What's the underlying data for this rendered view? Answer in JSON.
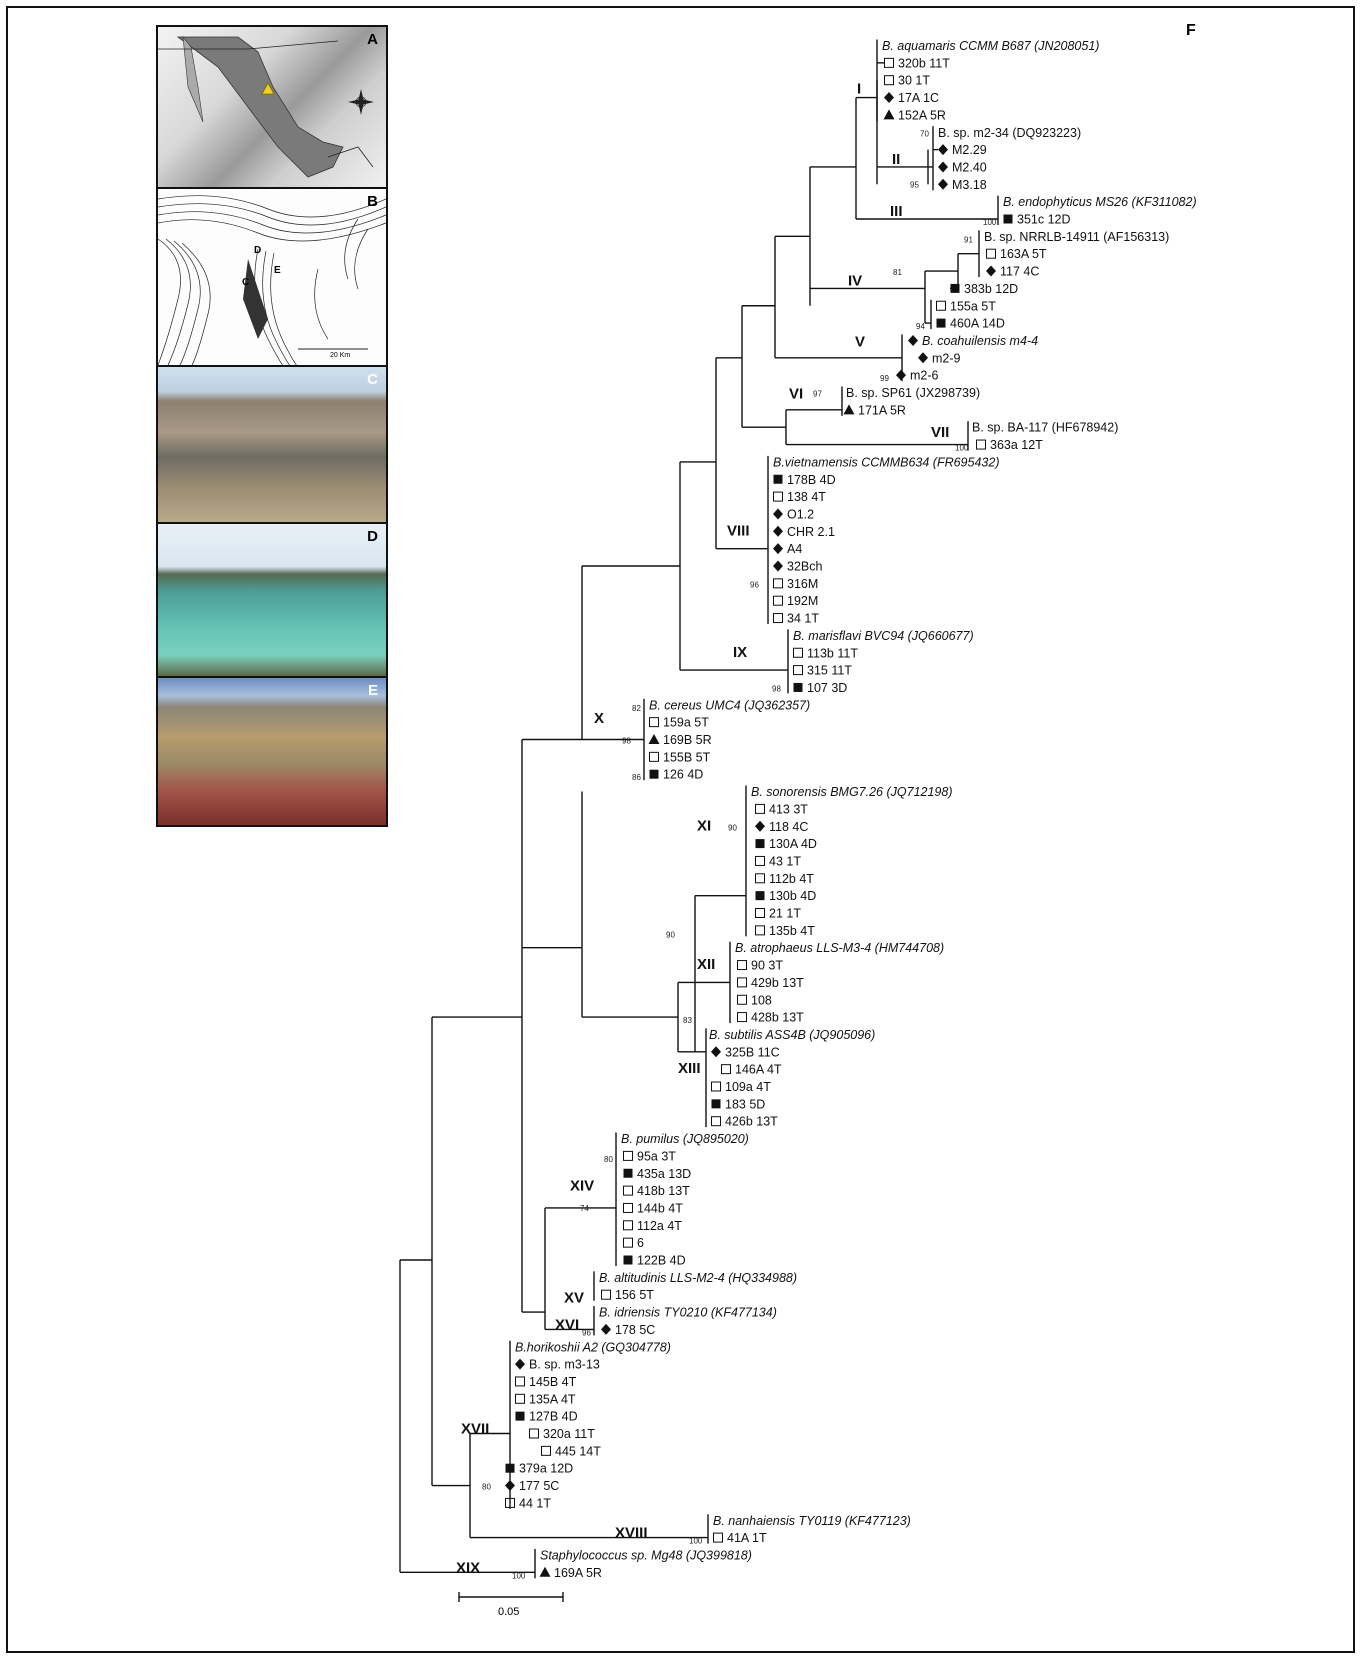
{
  "figure": {
    "panel_letters": [
      "A",
      "B",
      "C",
      "D",
      "E"
    ],
    "tree_panel_letter": "F",
    "map_b_labels": {
      "d": "D",
      "c": "C",
      "e": "E",
      "scale": "20 Km"
    },
    "scale_bar_label": "0.05",
    "marker_triangle_color": "#f0d020"
  },
  "clades": [
    {
      "id": "I",
      "label": "I"
    },
    {
      "id": "II",
      "label": "II"
    },
    {
      "id": "III",
      "label": "III"
    },
    {
      "id": "IV",
      "label": "IV"
    },
    {
      "id": "V",
      "label": "V"
    },
    {
      "id": "VI",
      "label": "VI"
    },
    {
      "id": "VII",
      "label": "VII"
    },
    {
      "id": "VIII",
      "label": "VIII"
    },
    {
      "id": "IX",
      "label": "IX"
    },
    {
      "id": "X",
      "label": "X"
    },
    {
      "id": "XI",
      "label": "XI"
    },
    {
      "id": "XII",
      "label": "XII"
    },
    {
      "id": "XIII",
      "label": "XIII"
    },
    {
      "id": "XIV",
      "label": "XIV"
    },
    {
      "id": "XV",
      "label": "XV"
    },
    {
      "id": "XVI",
      "label": "XVI"
    },
    {
      "id": "XVII",
      "label": "XVII"
    },
    {
      "id": "XVIII",
      "label": "XVIII"
    },
    {
      "id": "XIX",
      "label": "XIX"
    }
  ],
  "bootstrap": [
    "70",
    "95",
    "100",
    "91",
    "81",
    "94",
    "99",
    "97",
    "100",
    "96",
    "98",
    "82",
    "98",
    "86",
    "90",
    "90",
    "83",
    "80",
    "74",
    "96",
    "80",
    "100",
    "100"
  ],
  "leaves": [
    {
      "label": "B. aquamaris CCMM B687 (JN208051)",
      "marker": "none",
      "italic": true
    },
    {
      "label": "320b 11T",
      "marker": "open-square"
    },
    {
      "label": "30 1T",
      "marker": "open-square"
    },
    {
      "label": "17A 1C",
      "marker": "diamond"
    },
    {
      "label": "152A 5R",
      "marker": "triangle"
    },
    {
      "label": "B. sp. m2-34 (DQ923223)",
      "marker": "none"
    },
    {
      "label": "M2.29",
      "marker": "diamond"
    },
    {
      "label": "M2.40",
      "marker": "diamond"
    },
    {
      "label": "M3.18",
      "marker": "diamond"
    },
    {
      "label": "B. endophyticus MS26 (KF311082)",
      "marker": "none",
      "italic": true
    },
    {
      "label": "351c 12D",
      "marker": "filled-square"
    },
    {
      "label": "B. sp. NRRLB-14911 (AF156313)",
      "marker": "none"
    },
    {
      "label": "163A 5T",
      "marker": "open-square"
    },
    {
      "label": "117 4C",
      "marker": "diamond"
    },
    {
      "label": "383b 12D",
      "marker": "filled-square"
    },
    {
      "label": "155a 5T",
      "marker": "open-square"
    },
    {
      "label": "460A 14D",
      "marker": "filled-square"
    },
    {
      "label": "B. coahuilensis m4-4",
      "marker": "diamond",
      "italic": true
    },
    {
      "label": "m2-9",
      "marker": "diamond"
    },
    {
      "label": "m2-6",
      "marker": "diamond"
    },
    {
      "label": "B. sp. SP61 (JX298739)",
      "marker": "none"
    },
    {
      "label": "171A 5R",
      "marker": "triangle"
    },
    {
      "label": "B. sp. BA-117 (HF678942)",
      "marker": "none"
    },
    {
      "label": "363a 12T",
      "marker": "open-square"
    },
    {
      "label": "B.vietnamensis CCMMB634 (FR695432)",
      "marker": "none",
      "italic": true
    },
    {
      "label": "178B 4D",
      "marker": "filled-square"
    },
    {
      "label": "138 4T",
      "marker": "open-square"
    },
    {
      "label": "O1.2",
      "marker": "diamond"
    },
    {
      "label": "CHR 2.1",
      "marker": "diamond"
    },
    {
      "label": "A4",
      "marker": "diamond"
    },
    {
      "label": "32Bch",
      "marker": "diamond"
    },
    {
      "label": "316M",
      "marker": "open-square"
    },
    {
      "label": "192M",
      "marker": "open-square"
    },
    {
      "label": "34 1T",
      "marker": "open-square"
    },
    {
      "label": "B. marisflavi BVC94 (JQ660677)",
      "marker": "none",
      "italic": true
    },
    {
      "label": "113b 11T",
      "marker": "open-square"
    },
    {
      "label": "315 11T",
      "marker": "open-square"
    },
    {
      "label": "107 3D",
      "marker": "filled-square"
    },
    {
      "label": "B. cereus UMC4 (JQ362357)",
      "marker": "none",
      "italic": true
    },
    {
      "label": "159a 5T",
      "marker": "open-square"
    },
    {
      "label": "169B 5R",
      "marker": "triangle"
    },
    {
      "label": "155B 5T",
      "marker": "open-square"
    },
    {
      "label": "126 4D",
      "marker": "filled-square"
    },
    {
      "label": "B. sonorensis BMG7.26 (JQ712198)",
      "marker": "none",
      "italic": true
    },
    {
      "label": "413 3T",
      "marker": "open-square"
    },
    {
      "label": "118 4C",
      "marker": "diamond"
    },
    {
      "label": "130A 4D",
      "marker": "filled-square"
    },
    {
      "label": "43 1T",
      "marker": "open-square"
    },
    {
      "label": "112b 4T",
      "marker": "open-square"
    },
    {
      "label": "130b 4D",
      "marker": "filled-square"
    },
    {
      "label": "21 1T",
      "marker": "open-square"
    },
    {
      "label": "135b 4T",
      "marker": "open-square"
    },
    {
      "label": "B. atrophaeus LLS-M3-4 (HM744708)",
      "marker": "none",
      "italic": true
    },
    {
      "label": "90 3T",
      "marker": "open-square"
    },
    {
      "label": "429b 13T",
      "marker": "open-square"
    },
    {
      "label": "108",
      "marker": "open-square"
    },
    {
      "label": "428b 13T",
      "marker": "open-square"
    },
    {
      "label": "B. subtilis ASS4B (JQ905096)",
      "marker": "none",
      "italic": true
    },
    {
      "label": "325B 11C",
      "marker": "diamond"
    },
    {
      "label": "146A 4T",
      "marker": "open-square"
    },
    {
      "label": "109a 4T",
      "marker": "open-square"
    },
    {
      "label": "183 5D",
      "marker": "filled-square"
    },
    {
      "label": "426b 13T",
      "marker": "open-square"
    },
    {
      "label": "B. pumilus (JQ895020)",
      "marker": "none",
      "italic": true
    },
    {
      "label": "95a 3T",
      "marker": "open-square"
    },
    {
      "label": "435a 13D",
      "marker": "filled-square"
    },
    {
      "label": "418b 13T",
      "marker": "open-square"
    },
    {
      "label": "144b 4T",
      "marker": "open-square"
    },
    {
      "label": "112a 4T",
      "marker": "open-square"
    },
    {
      "label": "6",
      "marker": "open-square"
    },
    {
      "label": "122B 4D",
      "marker": "filled-square"
    },
    {
      "label": "B. altitudinis LLS-M2-4 (HQ334988)",
      "marker": "none",
      "italic": true
    },
    {
      "label": "156 5T",
      "marker": "open-square"
    },
    {
      "label": "B. idriensis TY0210 (KF477134)",
      "marker": "none",
      "italic": true
    },
    {
      "label": "178 5C",
      "marker": "diamond"
    },
    {
      "label": "B.horikoshii A2 (GQ304778)",
      "marker": "none",
      "italic": true
    },
    {
      "label": "B. sp. m3-13",
      "marker": "diamond"
    },
    {
      "label": "145B 4T",
      "marker": "open-square"
    },
    {
      "label": "135A 4T",
      "marker": "open-square"
    },
    {
      "label": "127B 4D",
      "marker": "filled-square"
    },
    {
      "label": "320a 11T",
      "marker": "open-square"
    },
    {
      "label": "445 14T",
      "marker": "open-square"
    },
    {
      "label": "379a 12D",
      "marker": "filled-square"
    },
    {
      "label": "177 5C",
      "marker": "diamond"
    },
    {
      "label": "44 1T",
      "marker": "open-square"
    },
    {
      "label": "B. nanhaiensis TY0119 (KF477123)",
      "marker": "none",
      "italic": true
    },
    {
      "label": "41A 1T",
      "marker": "open-square"
    },
    {
      "label": "Staphylococcus sp. Mg48 (JQ399818)",
      "marker": "none",
      "italic": true
    },
    {
      "label": "169A 5R",
      "marker": "triangle"
    }
  ]
}
